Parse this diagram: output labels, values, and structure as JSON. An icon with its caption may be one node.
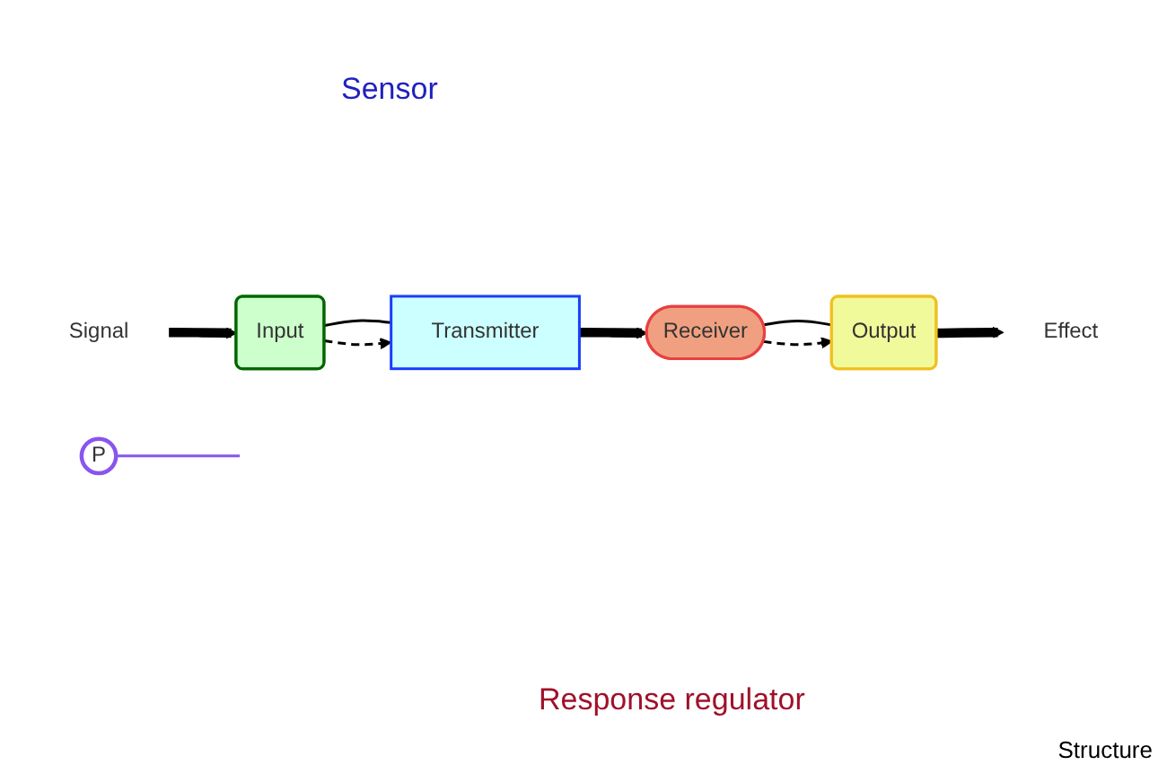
{
  "diagram": {
    "nodes": [
      {
        "text": [
          "Signal"
        ]
      },
      {
        "text": [
          "Input"
        ]
      },
      {
        "text": [
          "Transmitter"
        ]
      },
      {
        "text": [
          "P"
        ]
      },
      {
        "text": [
          "Receiver"
        ]
      },
      {
        "text": [
          "Output"
        ]
      },
      {
        "text": [
          "Effect"
        ]
      }
    ],
    "edges": [
      {
        "from": 0,
        "to": 1,
        "arrow": "to",
        "style": "thick"
      },
      {
        "from": 1,
        "to": 2,
        "arrow": "none"
      },
      {
        "from": 1,
        "to": 2,
        "arrow": "to",
        "style": "dashed"
      },
      {
        "from": 2,
        "to": 4,
        "arrow": "to",
        "style": "thick"
      },
      {
        "from": 3,
        "to": null,
        "arrow": "none",
        "color": "#8855ee"
      },
      {
        "from": 4,
        "to": 5,
        "arrow": "none"
      },
      {
        "from": 4,
        "to": 5,
        "arrow": "to",
        "style": "dashed"
      },
      {
        "from": 5,
        "to": 6,
        "arrow": "to",
        "style": "thick"
      }
    ],
    "labels": [
      "Sensor",
      "Response regulator",
      "Structure"
    ]
  }
}
